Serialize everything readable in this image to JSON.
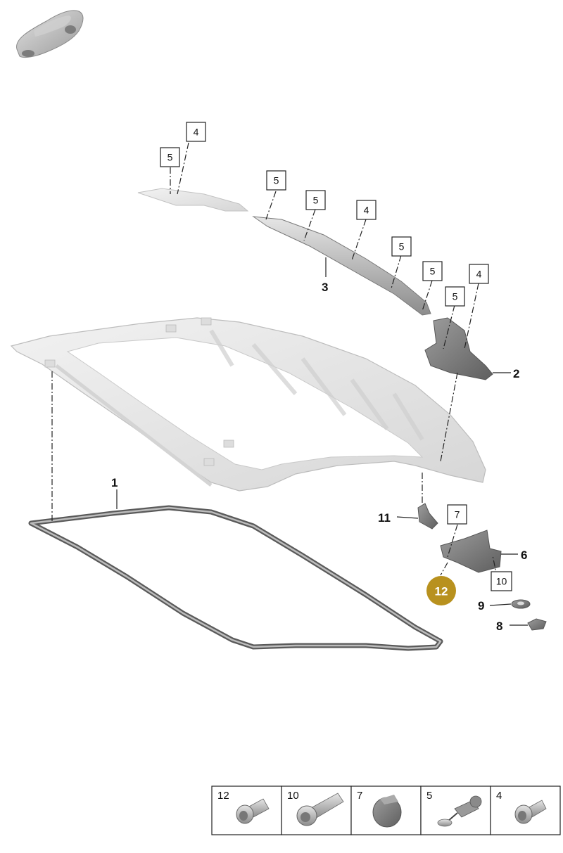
{
  "thumbnail": {
    "icon": "car-silhouette-icon"
  },
  "parts": {
    "p1": "1",
    "p2": "2",
    "p3": "3",
    "p6": "6",
    "p8": "8",
    "p9": "9",
    "p11": "11"
  },
  "callouts": {
    "c4a": "4",
    "c5a": "5",
    "c5b": "5",
    "c5c": "5",
    "c4b": "4",
    "c5d": "5",
    "c5e": "5",
    "c4c": "4",
    "c5f": "5",
    "c7": "7",
    "c10": "10"
  },
  "highlight": {
    "label": "12",
    "color": "#b8911e"
  },
  "fastener_panel": [
    {
      "num": "12",
      "icon": "flange-screw-icon"
    },
    {
      "num": "10",
      "icon": "long-bolt-icon"
    },
    {
      "num": "7",
      "icon": "round-cap-icon"
    },
    {
      "num": "5",
      "icon": "push-clip-icon"
    },
    {
      "num": "4",
      "icon": "short-screw-icon"
    }
  ]
}
